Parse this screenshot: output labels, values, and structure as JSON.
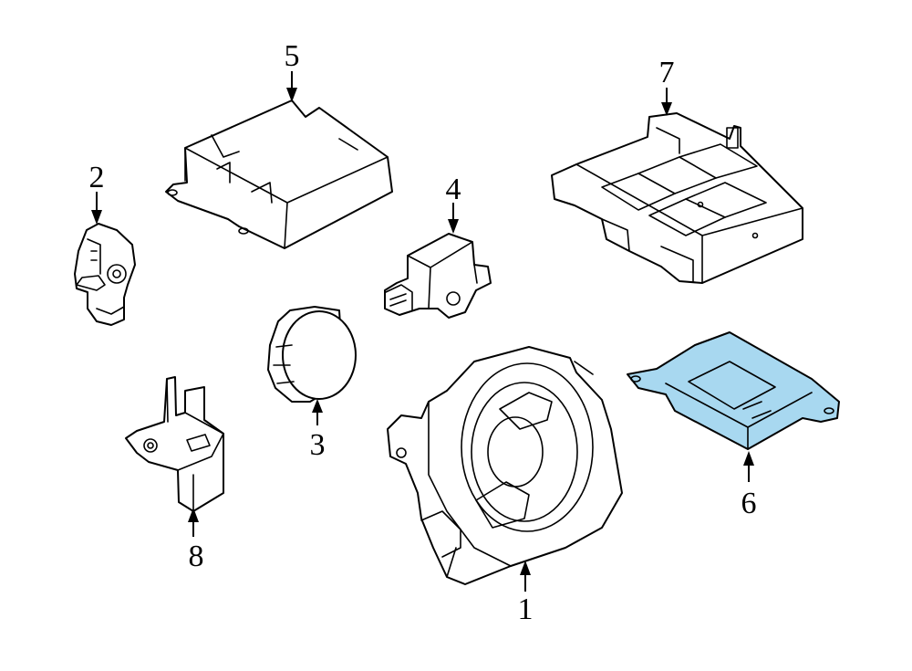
{
  "callouts": [
    {
      "number": "1",
      "part": "clock-spring"
    },
    {
      "number": "2",
      "part": "impact-sensor"
    },
    {
      "number": "3",
      "part": "round-sensor"
    },
    {
      "number": "4",
      "part": "side-sensor"
    },
    {
      "number": "5",
      "part": "airbag-control-module"
    },
    {
      "number": "6",
      "part": "occupant-module"
    },
    {
      "number": "7",
      "part": "seat-weight-sensor"
    },
    {
      "number": "8",
      "part": "bracket-sensor"
    }
  ],
  "colors": {
    "highlight": "#a8d8f0",
    "line": "#000000",
    "background": "#ffffff"
  }
}
